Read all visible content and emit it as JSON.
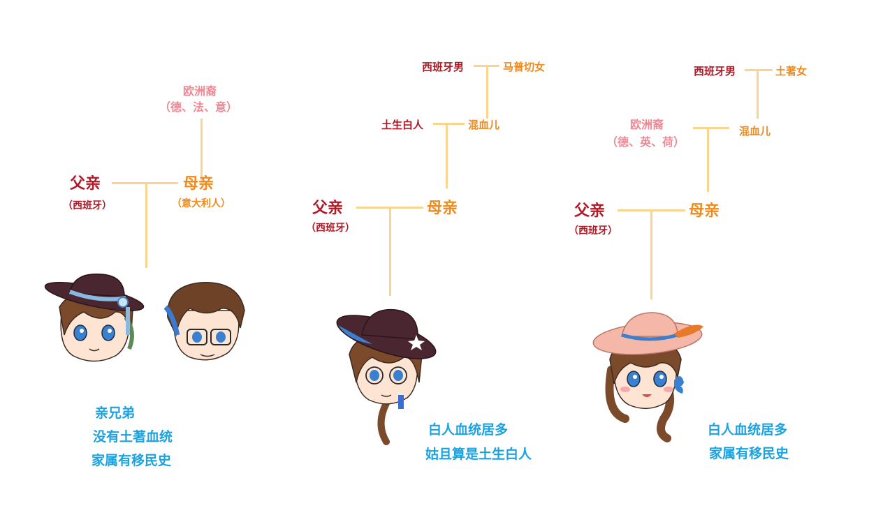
{
  "tree1": {
    "grandparent": "欧洲裔",
    "grandparent_sub": "（德、法、意）",
    "father": "父亲",
    "father_sub": "（西班牙）",
    "mother": "母亲",
    "mother_sub": "（意大利人）",
    "caption": [
      "亲兄弟",
      "没有土著血统",
      "家属有移民史"
    ]
  },
  "tree2": {
    "gg_left": "西班牙男",
    "gg_right": "马普切女",
    "g_left": "土生白人",
    "g_right": "混血儿",
    "father": "父亲",
    "father_sub": "（西班牙）",
    "mother": "母亲",
    "caption": [
      "白人血统居多",
      "姑且算是土生白人"
    ]
  },
  "tree3": {
    "gg_left": "西班牙男",
    "gg_right": "土著女",
    "g_left": "欧洲裔",
    "g_left_sub": "（德、英、荷）",
    "g_right": "混血儿",
    "father": "父亲",
    "father_sub": "（西班牙）",
    "mother": "母亲",
    "caption": [
      "白人血统居多",
      "家属有移民史"
    ]
  },
  "colors": {
    "father_red": "#b01825",
    "mother_orange": "#f08a1c",
    "ancestor_pink": "#ee8a96",
    "caption_blue": "#1aa3e0",
    "line": "#fbd58e"
  }
}
